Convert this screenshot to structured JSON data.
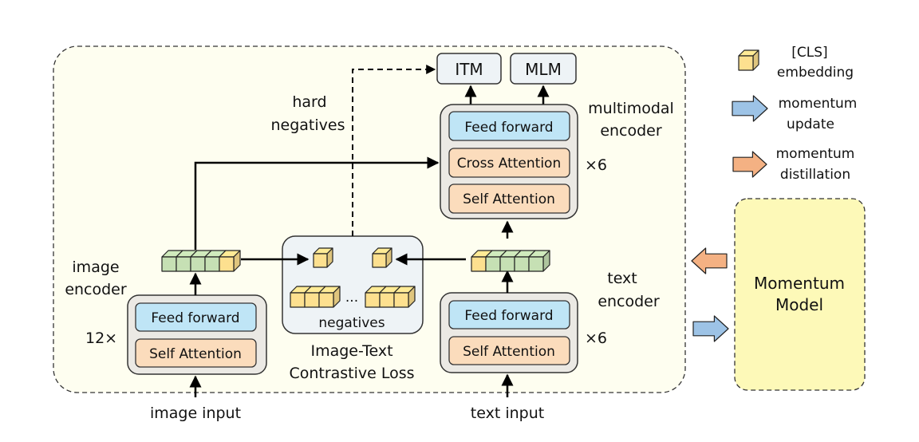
{
  "colors": {
    "main_bg": "#fefef0",
    "momentum_bg": "#fdf9b8",
    "encoder_bg": "#ebe9e4",
    "feed_forward": "#bfe5f6",
    "attention": "#fbdcbc",
    "head_bg": "#eef3f6",
    "itc_bg": "#eef3f6",
    "cls_cube": "#fde08f",
    "token_cube": "#c6e0b4",
    "update_arrow": "#9dc3e6",
    "distill_arrow": "#f4b183"
  },
  "heads": {
    "itm": "ITM",
    "mlm": "MLM"
  },
  "multimodal_encoder": {
    "label_line1": "multimodal",
    "label_line2": "encoder",
    "repeat": "×6",
    "layers": [
      "Feed forward",
      "Cross Attention",
      "Self Attention"
    ]
  },
  "image_encoder": {
    "label_line1": "image",
    "label_line2": "encoder",
    "repeat": "12×",
    "layers": [
      "Feed forward",
      "Self Attention"
    ],
    "input": "image input"
  },
  "text_encoder": {
    "label_line1": "text",
    "label_line2": "encoder",
    "repeat": "×6",
    "layers": [
      "Feed forward",
      "Self Attention"
    ],
    "input": "text input"
  },
  "itc": {
    "negatives": "negatives",
    "ellipsis": "...",
    "title_line1": "Image-Text",
    "title_line2": "Contrastive Loss"
  },
  "hard_negatives": {
    "line1": "hard",
    "line2": "negatives"
  },
  "legend": {
    "cls_line1": "[CLS]",
    "cls_line2": "embedding",
    "update_line1": "momentum",
    "update_line2": "update",
    "distill_line1": "momentum",
    "distill_line2": "distillation"
  },
  "momentum_model": {
    "line1": "Momentum",
    "line2": "Model"
  }
}
